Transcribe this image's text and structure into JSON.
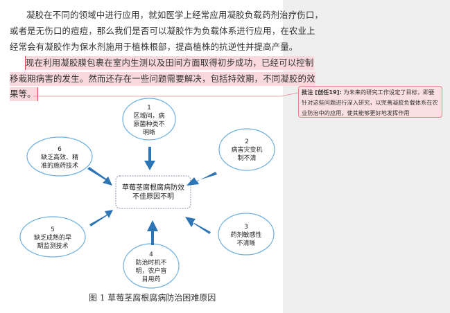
{
  "paragraphs": {
    "p1": [
      "凝胶在不同的领域中进行应用，就如医学上经常应用凝胶负载药剂治疗伤口，",
      "或者是无伤口的痘痘，那么我们是否可以凝胶作为负载体系进行应用，在农业上",
      "经常会有凝胶作为保水剂施用于植株根部，提高植株的抗逆性并提高产量。"
    ],
    "p2": [
      "现在利用凝胶膜包裹在室内生测以及田间方面取得初步成功，已经可以控制",
      "移栽期病害的发生。然而还存在一些问题需要解决，包括持效期，不同凝胶的效",
      "果等。"
    ]
  },
  "comment": {
    "label": "批注 [创任19]:",
    "text": "为未来的研究工作设定了目标，即要针对这些问题进行深入研究，以完善凝胶负载体系在农业防治中的应用，使其能够更好地发挥作用"
  },
  "diagram": {
    "center": [
      "草莓茎腐根腐病防效",
      "不佳原因不明"
    ],
    "nodes": [
      {
        "num": "1",
        "lines": [
          "区域间，病",
          "原菌种类不",
          "明晰"
        ]
      },
      {
        "num": "2",
        "lines": [
          "病害灾变机",
          "制不清"
        ]
      },
      {
        "num": "3",
        "lines": [
          "药剂敏感性",
          "不清晰"
        ]
      },
      {
        "num": "4",
        "lines": [
          "防治时机不",
          "明，农户盲",
          "目用药"
        ]
      },
      {
        "num": "5",
        "lines": [
          "缺乏成熟的早",
          "期监测技术"
        ]
      },
      {
        "num": "6",
        "lines": [
          "缺乏高效、精",
          "准的施药技术"
        ]
      }
    ],
    "caption": "图 1  草莓茎腐根腐病防治困难原因"
  },
  "colors": {
    "highlight": "#f9d9dd",
    "comment_border": "#e0868f",
    "arrow": "#2e75b6",
    "ellipse": "#6aaee0"
  }
}
